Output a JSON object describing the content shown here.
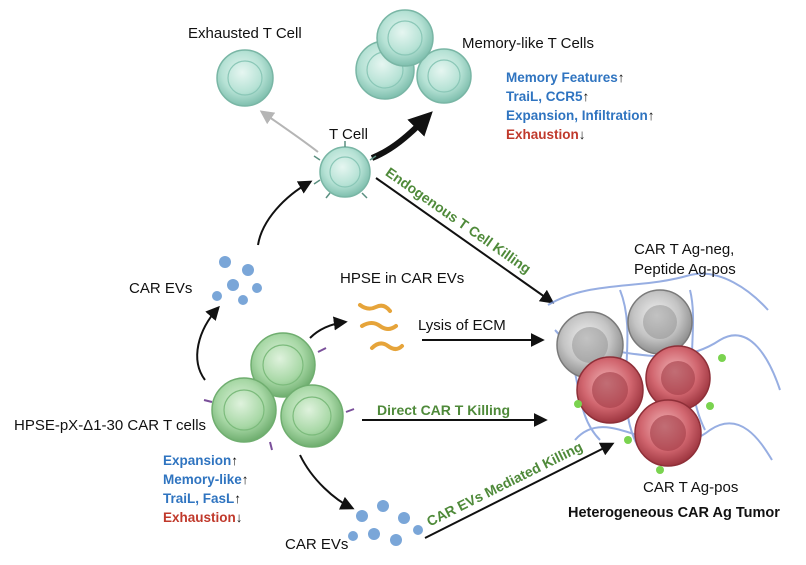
{
  "labels": {
    "exhausted_t_cell": "Exhausted T Cell",
    "memory_like_t_cells": "Memory-like T Cells",
    "t_cell": "T Cell",
    "car_evs_top": "CAR EVs",
    "hpse_in_car_evs": "HPSE in CAR EVs",
    "lysis_of_ecm": "Lysis of ECM",
    "car_t_ag_neg_line1": "CAR T Ag-neg,",
    "car_t_ag_neg_line2": "Peptide Ag-pos",
    "hpse_car_t_cells": "HPSE-pX-Δ1-30 CAR T cells",
    "car_evs_bottom": "CAR EVs",
    "car_t_ag_pos": "CAR T Ag-pos",
    "tumor": "Heterogeneous CAR Ag Tumor"
  },
  "arrow_labels": {
    "endogenous": "Endogenous T Cell Killing",
    "direct": "Direct CAR T Killing",
    "evs_mediated": "CAR EVs Mediated Killing"
  },
  "memory_features": [
    {
      "text": "Memory Features",
      "arrow": "↑",
      "color": "blue"
    },
    {
      "text": "TraiL, CCR5",
      "arrow": "↑",
      "color": "blue"
    },
    {
      "text": "Expansion, Infiltration",
      "arrow": "↑",
      "color": "blue"
    },
    {
      "text": "Exhaustion",
      "arrow": "↓",
      "color": "red"
    }
  ],
  "car_t_features": [
    {
      "text": "Expansion",
      "arrow": "↑",
      "color": "blue"
    },
    {
      "text": "Memory-like",
      "arrow": "↑",
      "color": "blue"
    },
    {
      "text": "TraiL, FasL",
      "arrow": "↑",
      "color": "blue"
    },
    {
      "text": "Exhaustion",
      "arrow": "↓",
      "color": "red"
    }
  ],
  "colors": {
    "t_cell": "#aedfd2",
    "car_t_cell": "#9fd6a2",
    "tumor_red": "#d25f6c",
    "tumor_gray": "#b9b9b9",
    "ecm_blue": "#6f8fd8",
    "label_green": "#4f8a3a",
    "feature_blue": "#2f74c0",
    "feature_red": "#c0392b"
  }
}
